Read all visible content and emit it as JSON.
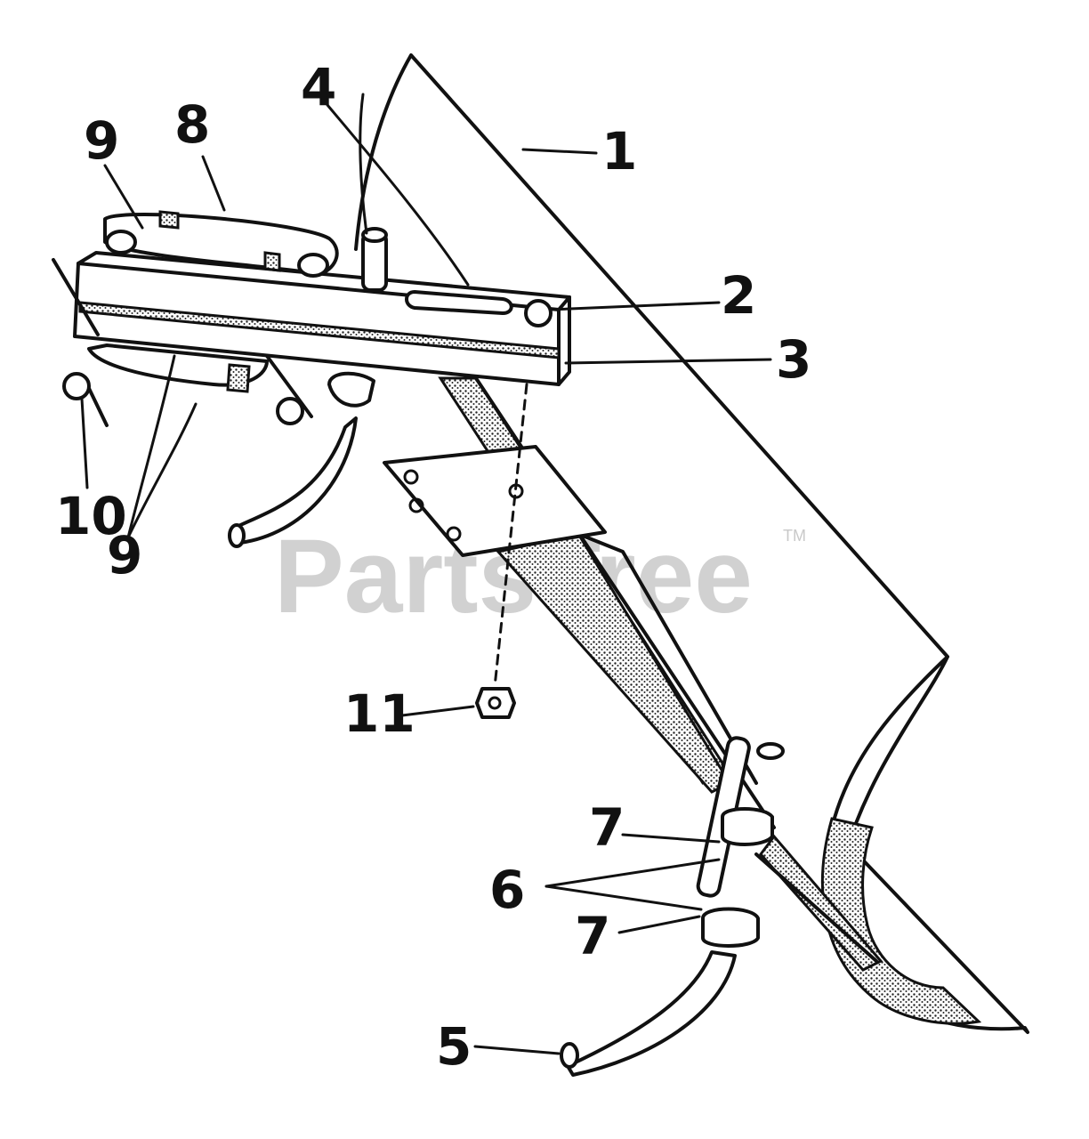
{
  "diagram": {
    "watermark": "PartsTree",
    "trademark": "TM",
    "callouts": {
      "c1": "1",
      "c2": "2",
      "c3": "3",
      "c4": "4",
      "c5": "5",
      "c6": "6",
      "c7a": "7",
      "c7b": "7",
      "c8": "8",
      "c9a": "9",
      "c9b": "9",
      "c10": "10",
      "c11": "11"
    }
  }
}
